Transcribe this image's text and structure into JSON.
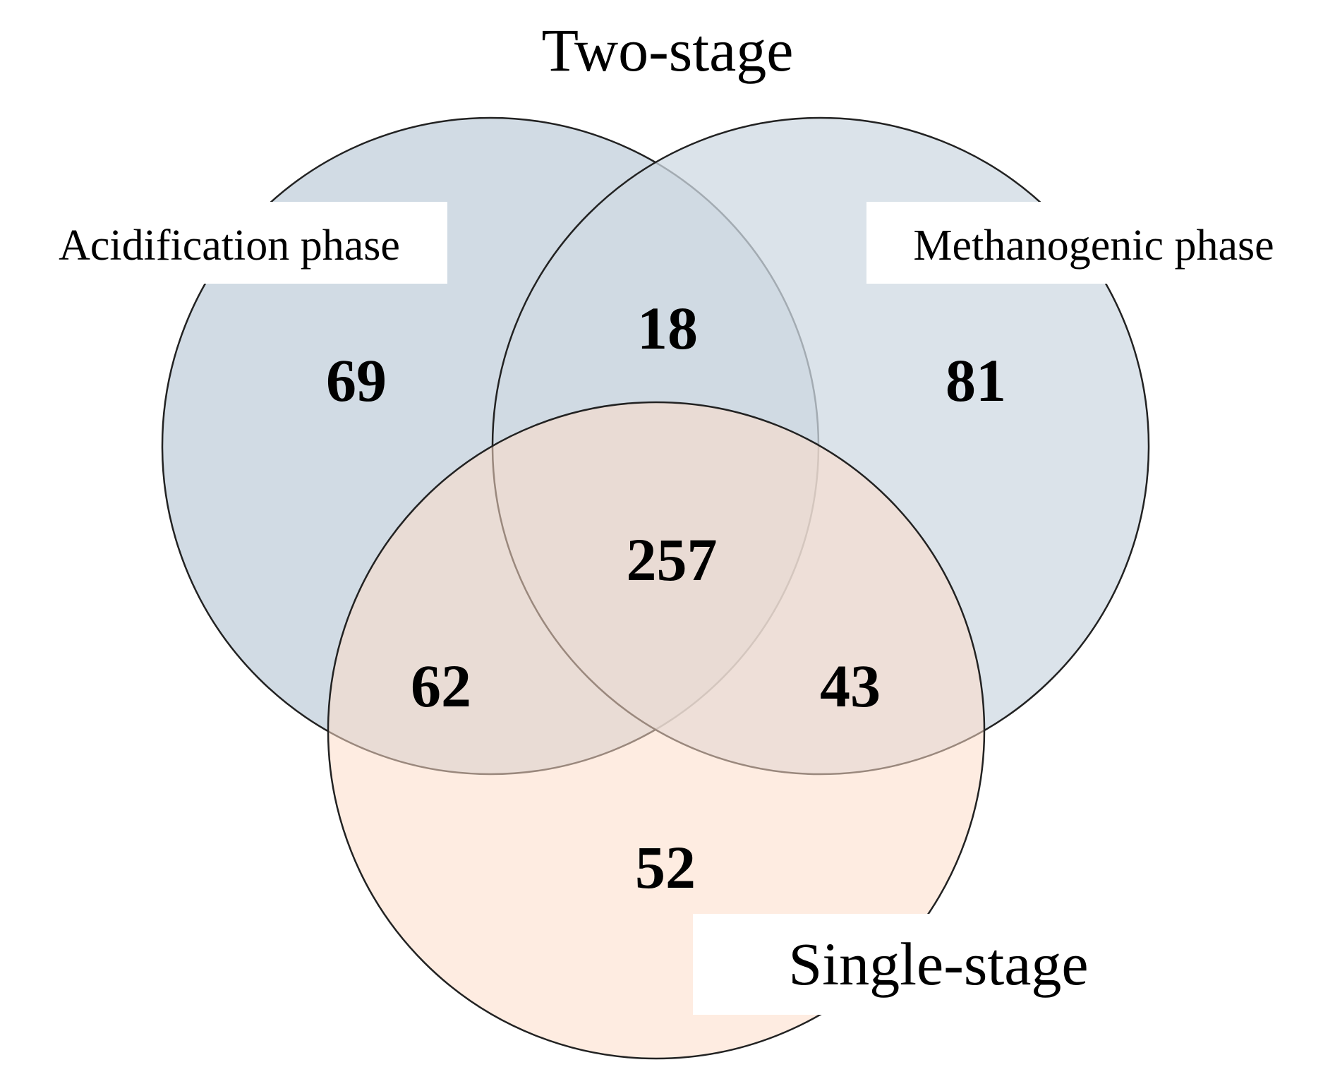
{
  "title": "Two-stage",
  "sets": {
    "acidification": {
      "label": "Acidification phase",
      "color": "#cfd9e3"
    },
    "methanogenic": {
      "label": "Methanogenic phase",
      "color": "#cfd9e3"
    },
    "single": {
      "label": "Single-stage",
      "color": "#fde0cf"
    }
  },
  "regions": {
    "acidification_only": "69",
    "methanogenic_only": "81",
    "single_only": "52",
    "acid_meth": "18",
    "acid_single": "62",
    "meth_single": "43",
    "all_three": "257"
  }
}
